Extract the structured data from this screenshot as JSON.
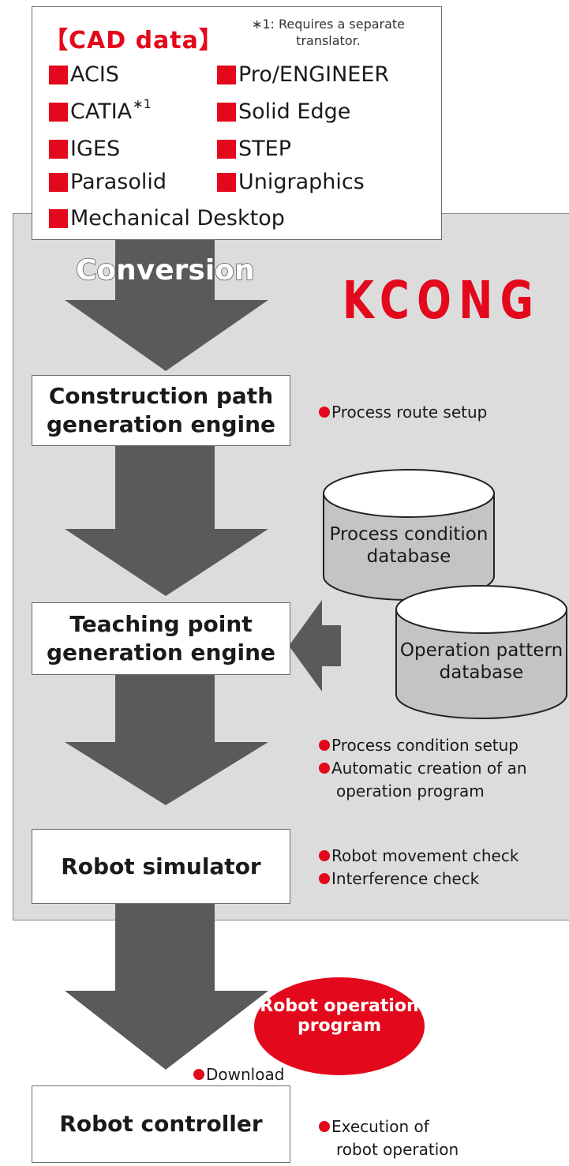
{
  "cad": {
    "title": "【CAD data】",
    "note": "∗1: Requires a separate translator.",
    "left_formats": [
      {
        "label": "ACIS",
        "sup": ""
      },
      {
        "label": "CATIA",
        "sup": "∗1"
      },
      {
        "label": "IGES",
        "sup": ""
      },
      {
        "label": "Parasolid",
        "sup": ""
      }
    ],
    "right_formats": [
      "Pro/ENGINEER",
      "Solid Edge",
      "STEP",
      "Unigraphics"
    ],
    "bottom_format": "Mechanical Desktop"
  },
  "conversion_label": "Conversion",
  "logo_text": "KCONG",
  "engines": {
    "construction": "Construction path generation engine",
    "teaching": "Teaching point generation engine",
    "simulator": "Robot simulator",
    "controller": "Robot controller"
  },
  "databases": {
    "process": "Process condition database",
    "operation": "Operation pattern database"
  },
  "notes": {
    "route": "Process route setup",
    "condition_setup": "Process condition setup",
    "auto_line1": "Automatic creation of an",
    "auto_line2": "operation program",
    "movement": "Robot movement check",
    "interference": "Interference check",
    "download": "Download",
    "exec_line1": "Execution of",
    "exec_line2": "robot operation"
  },
  "program_oval": "Robot operation program",
  "colors": {
    "accent": "#e3081b",
    "panel": "#dcdcdc",
    "arrow": "#5a5a5a",
    "db": "#c4c4c4"
  }
}
